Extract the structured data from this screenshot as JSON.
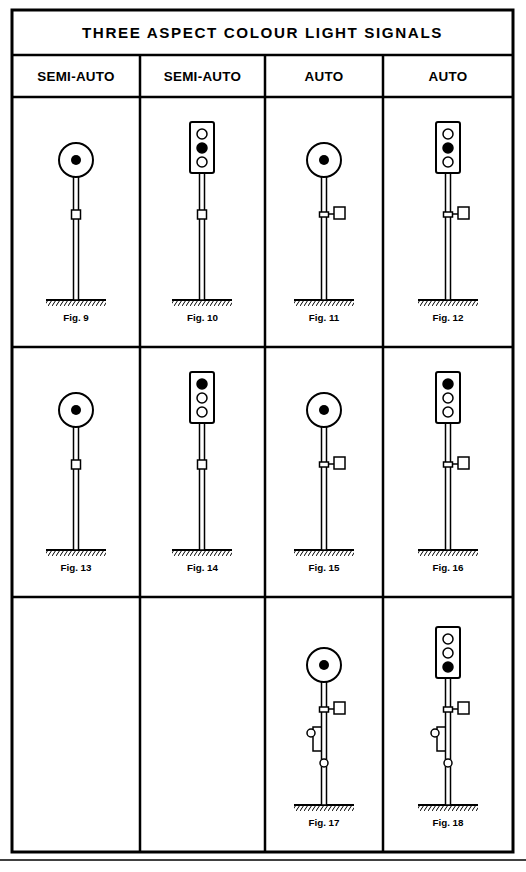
{
  "diagram": {
    "title": "THREE ASPECT COLOUR LIGHT SIGNALS",
    "nodes": [
      {
        "text": [
          "SEMI-AUTO"
        ]
      },
      {
        "text": [
          "SEMI-AUTO"
        ]
      },
      {
        "text": [
          "AUTO"
        ]
      },
      {
        "text": [
          "AUTO"
        ]
      },
      {
        "text": [
          "Fig. 9"
        ]
      },
      {
        "text": [
          "Fig. 10"
        ]
      },
      {
        "text": [
          "Fig. 11"
        ]
      },
      {
        "text": [
          "Fig. 12"
        ]
      },
      {
        "text": [
          "Fig. 13"
        ]
      },
      {
        "text": [
          "Fig. 14"
        ]
      },
      {
        "text": [
          "Fig. 15"
        ]
      },
      {
        "text": [
          "Fig. 16"
        ]
      },
      {
        "text": [
          "Fig. 17"
        ]
      },
      {
        "text": [
          "Fig. 18"
        ]
      }
    ]
  }
}
